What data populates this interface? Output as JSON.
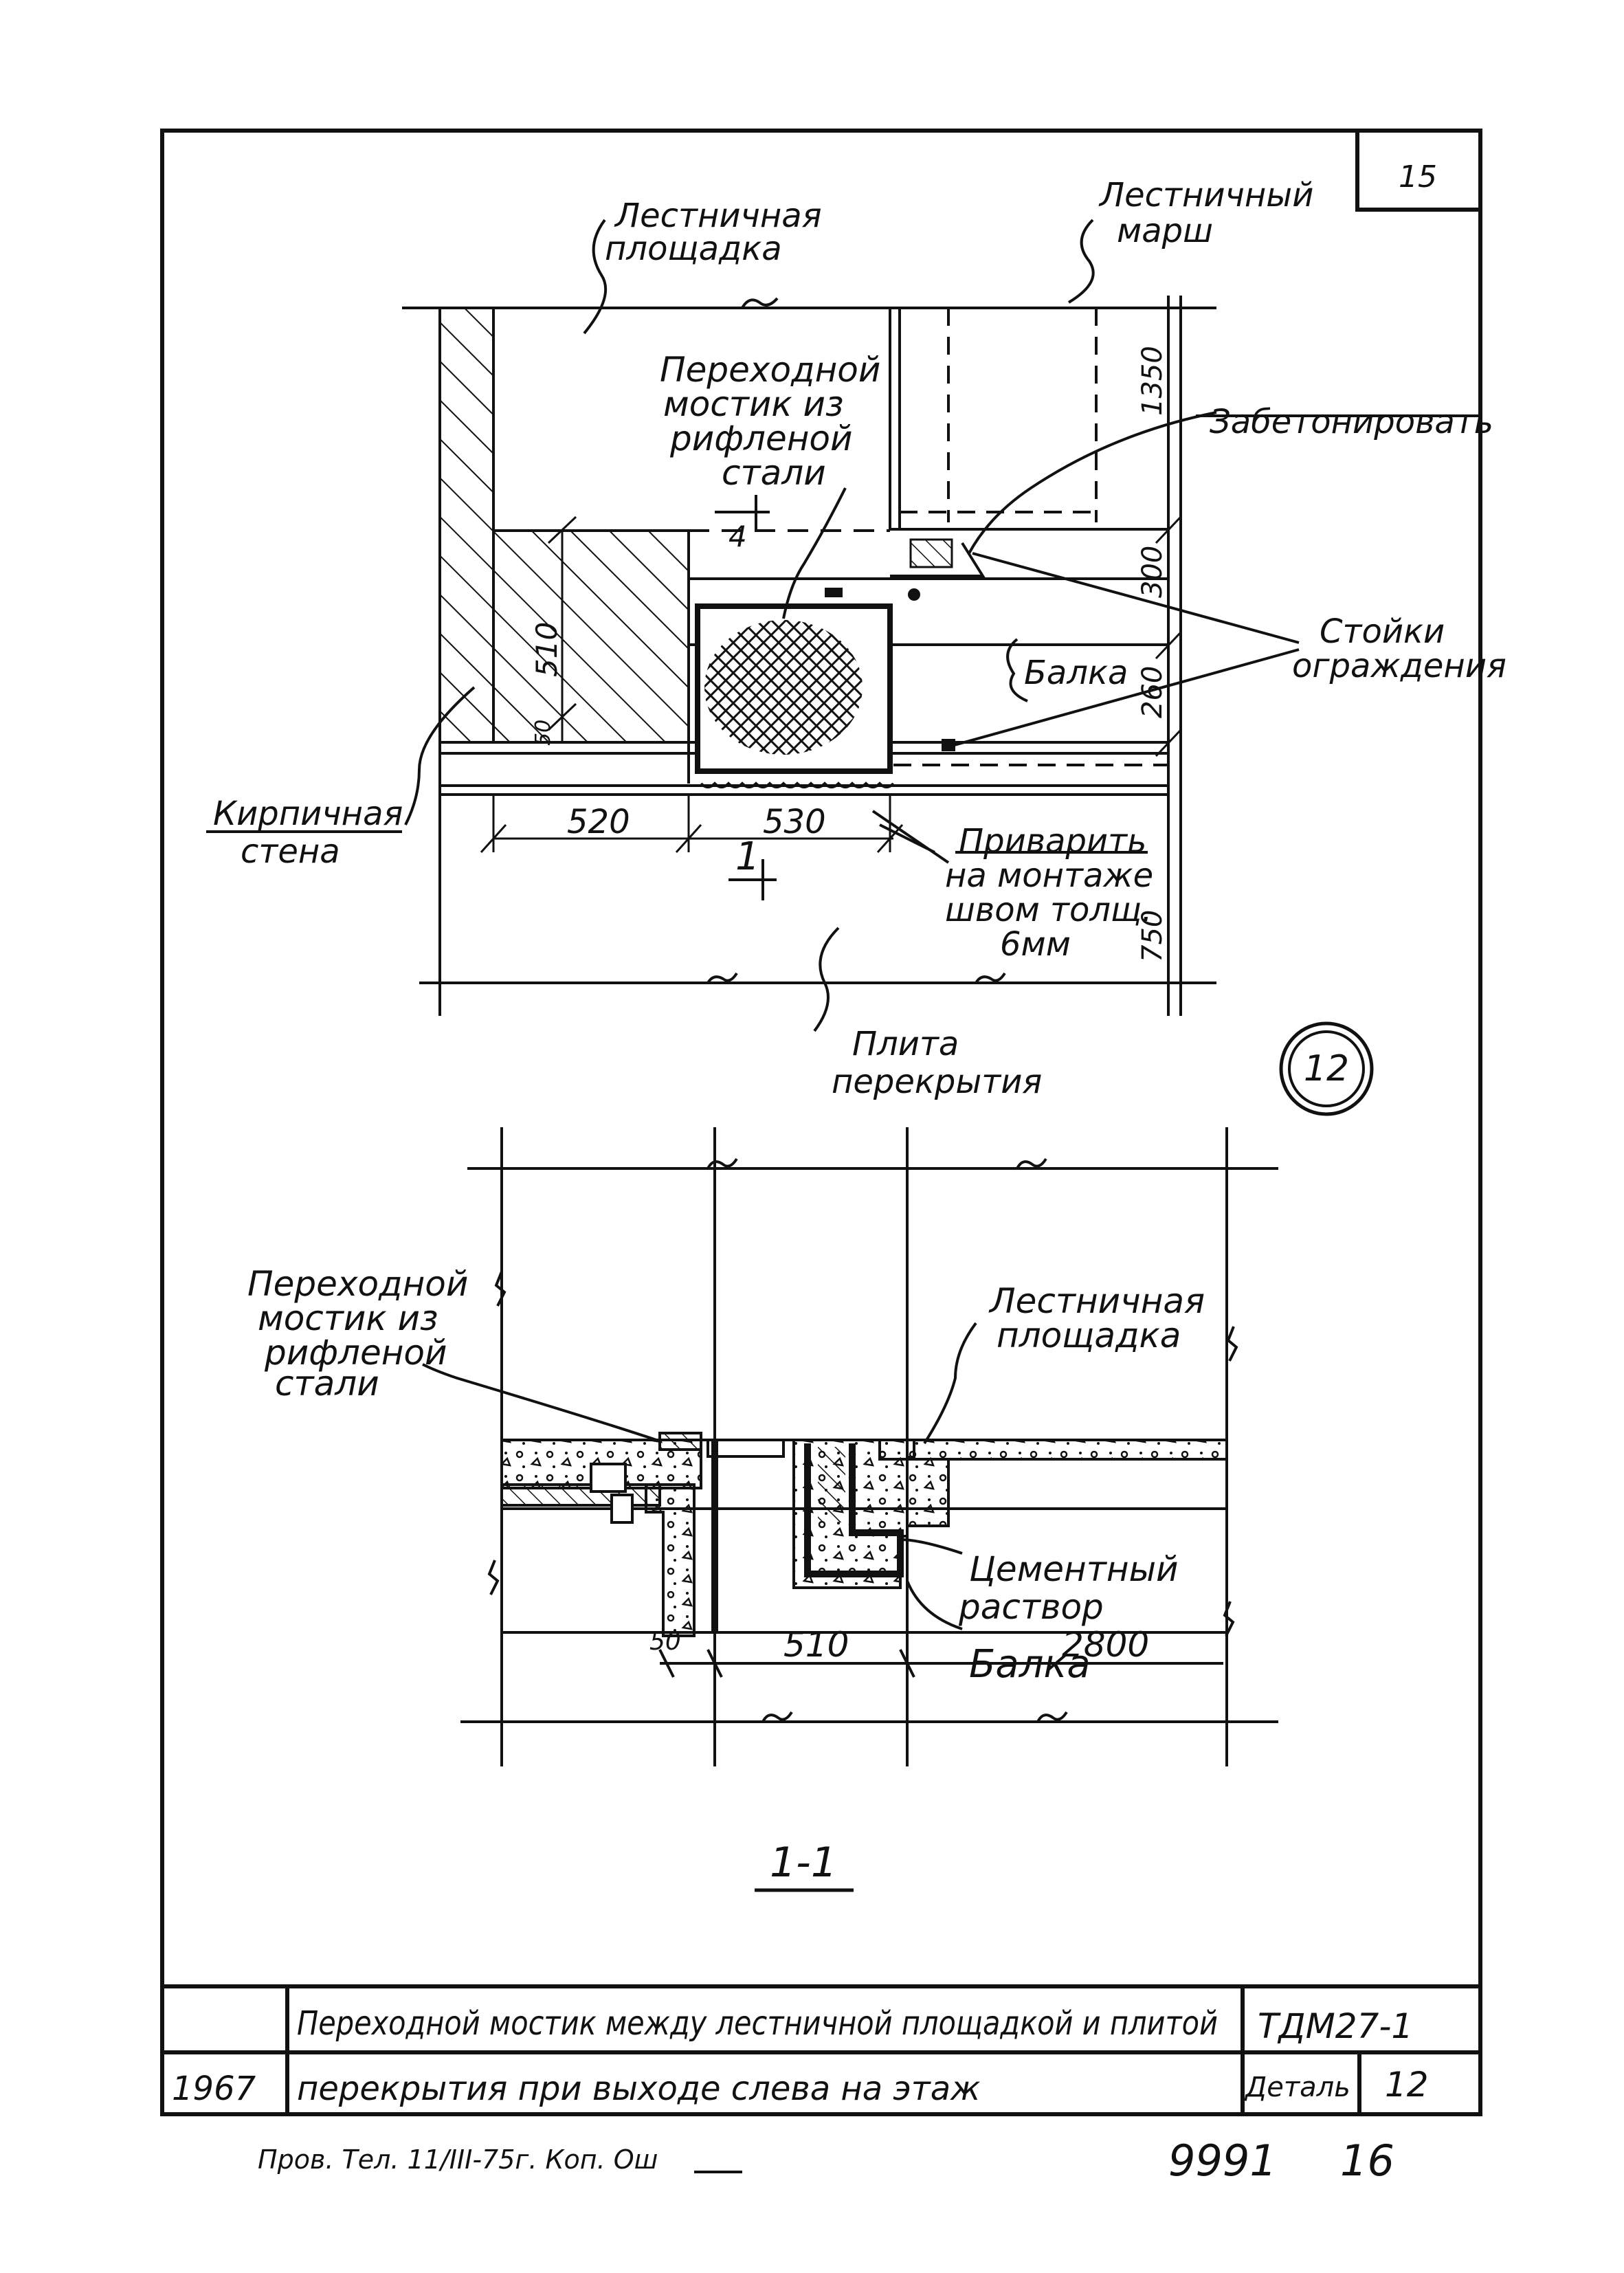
{
  "sheet_number": "15",
  "plan": {
    "landing_label": [
      "Лестничная",
      "площадка"
    ],
    "flight_label": [
      "Лестничный",
      "марш"
    ],
    "bridge_label": [
      "Переходной",
      "мостик из",
      "рифленой",
      "стали"
    ],
    "concrete_label": "Забетонировать",
    "posts_label": [
      "Стойки",
      "ограждения"
    ],
    "beam_label": "Балка",
    "wall_label": [
      "Кирпичная",
      "стена"
    ],
    "weld_label": [
      "Приварить",
      "на монтаже",
      "швом толщ.",
      "6мм"
    ],
    "slab_label": [
      "Плита",
      "перекрытия"
    ],
    "section_mark": "1",
    "dims": {
      "d1350": "1350",
      "d300": "300",
      "d260": "260",
      "d750": "750",
      "d510": "510",
      "d50": "50",
      "d520": "520",
      "d530": "530"
    }
  },
  "detail_number": "12",
  "section": {
    "bridge_label": [
      "Переходной",
      "мостик из",
      "рифленой",
      "стали"
    ],
    "landing_label": [
      "Лестничная",
      "площадка"
    ],
    "mortar_label": [
      "Цементный",
      "раствор"
    ],
    "beam_label": "Балка",
    "dims": {
      "d50": "50",
      "d510": "510",
      "d2800": "2800"
    },
    "title": "1-1"
  },
  "title_block": {
    "description_line1": "Переходной мостик между лестничной площадкой и плитой",
    "description_line2": "перекрытия при выходе слева на этаж",
    "year": "1967",
    "code": "ТДМ27-1",
    "detail_label": "Деталь",
    "detail_value": "12"
  },
  "footer": {
    "check_note": "Пров. Тел. 11/III-75г. Коп. Ош",
    "doc_number": "9991",
    "page": "16"
  }
}
